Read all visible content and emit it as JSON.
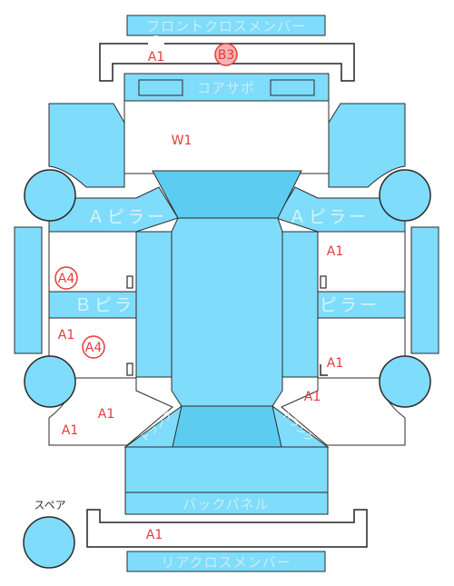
{
  "colors": {
    "panel_fill": "#7fdcfa",
    "panel_dark": "#5ccdf1",
    "panel_stroke": "#2b2b2b",
    "outline": "#222222",
    "mark_red": "#e53b3b",
    "mark_highlight": "#f8b2b2",
    "panel_text": "#c8eef8"
  },
  "labels": {
    "front_cross_member": "フロントクロスメンバー",
    "core_support": "コアサポ",
    "a_pillar_left": "Ａピラー",
    "a_pillar_right": "Ａピラー",
    "b_pillar_left": "Ｂピラー",
    "b_pillar_right": "Ｂピラー",
    "back_panel": "バックパネル",
    "rear_cross_member": "リアクロスメンバー",
    "spare": "スペア",
    "trunk_left": "トランク",
    "trunk_right": "トランク"
  },
  "marks": {
    "front_member_a1": "A1",
    "front_member_b3": "B3",
    "hood_w1": "W1",
    "left_front_door_a4": "A4",
    "right_front_door_a1": "A1",
    "left_rear_a1": "A1",
    "left_rear_a4": "A4",
    "right_rear_a1": "A1",
    "right_quarter_a1": "A1",
    "left_quarter_a1_upper": "A1",
    "left_quarter_a1_lower": "A1",
    "rear_member_a1": "A1"
  }
}
